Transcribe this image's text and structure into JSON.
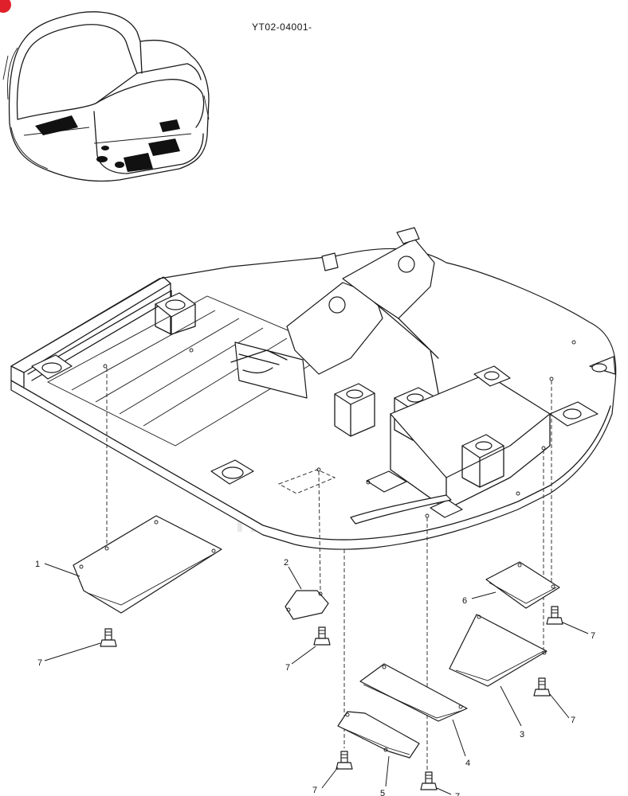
{
  "header": {
    "code": "YT02-04001-"
  },
  "watermark": {
    "text": "IAHTEX",
    "color": "#ef3b3b"
  },
  "parts": [
    {
      "number": "1",
      "name": "cover"
    },
    {
      "number": "2",
      "name": "cover"
    },
    {
      "number": "3",
      "name": "cover"
    },
    {
      "number": "4",
      "name": "cover"
    },
    {
      "number": "5",
      "name": "cover"
    },
    {
      "number": "6",
      "name": "cover"
    },
    {
      "number": "7",
      "name": "bolt"
    }
  ],
  "callouts": {
    "c1": "1",
    "c2": "2",
    "c3": "3",
    "c4": "4",
    "c5": "5",
    "c6": "6",
    "c7a": "7",
    "c7b": "7",
    "c7c": "7",
    "c7d": "7",
    "c7e": "7",
    "c7f": "7"
  }
}
